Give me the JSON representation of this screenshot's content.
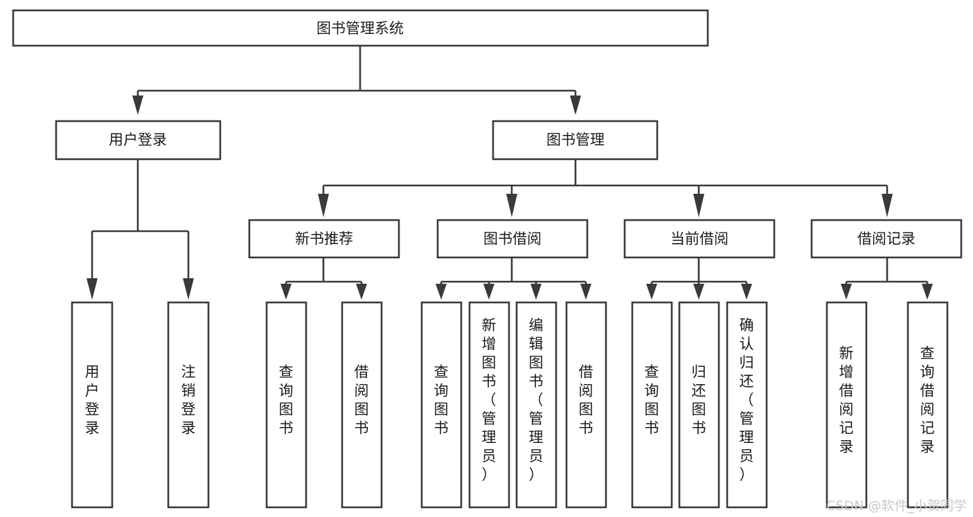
{
  "diagram": {
    "title": "图书管理系统",
    "type": "hierarchy-tree",
    "orientation": "top-down",
    "colors": {
      "background": "#ffffff",
      "box_fill": "#ffffff",
      "box_stroke": "#3a3a3a",
      "connector": "#3a3a3a",
      "text": "#1b1b1b",
      "watermark": "#c9c9c9"
    },
    "levels": [
      {
        "level": 1,
        "nodes": [
          {
            "id": "root",
            "label": "图书管理系统",
            "text_orientation": "horizontal"
          }
        ]
      },
      {
        "level": 2,
        "nodes": [
          {
            "id": "user-login",
            "label": "用户登录",
            "parent": "root",
            "text_orientation": "horizontal"
          },
          {
            "id": "book-manage",
            "label": "图书管理",
            "parent": "root",
            "text_orientation": "horizontal"
          }
        ]
      },
      {
        "level": 3,
        "nodes": [
          {
            "id": "new-book-rec",
            "label": "新书推荐",
            "parent": "book-manage",
            "text_orientation": "horizontal"
          },
          {
            "id": "book-borrow",
            "label": "图书借阅",
            "parent": "book-manage",
            "text_orientation": "horizontal"
          },
          {
            "id": "current-borrow",
            "label": "当前借阅",
            "parent": "book-manage",
            "text_orientation": "horizontal"
          },
          {
            "id": "borrow-record",
            "label": "借阅记录",
            "parent": "book-manage",
            "text_orientation": "horizontal"
          }
        ]
      },
      {
        "level": 4,
        "nodes": [
          {
            "id": "leaf-user-login",
            "label": "用户登录",
            "parent": "user-login",
            "text_orientation": "vertical"
          },
          {
            "id": "leaf-logout-login",
            "label": "注销登录",
            "parent": "user-login",
            "text_orientation": "vertical"
          },
          {
            "id": "leaf-query-book-1",
            "label": "查询图书",
            "parent": "new-book-rec",
            "text_orientation": "vertical"
          },
          {
            "id": "leaf-borrow-book-1",
            "label": "借阅图书",
            "parent": "new-book-rec",
            "text_orientation": "vertical"
          },
          {
            "id": "leaf-query-book-2",
            "label": "查询图书",
            "parent": "book-borrow",
            "text_orientation": "vertical"
          },
          {
            "id": "leaf-add-book",
            "label": "新增图书（管理员）",
            "parent": "book-borrow",
            "text_orientation": "vertical"
          },
          {
            "id": "leaf-edit-book",
            "label": "编辑图书（管理员）",
            "parent": "book-borrow",
            "text_orientation": "vertical"
          },
          {
            "id": "leaf-borrow-book-2",
            "label": "借阅图书",
            "parent": "book-borrow",
            "text_orientation": "vertical"
          },
          {
            "id": "leaf-query-book-3",
            "label": "查询图书",
            "parent": "current-borrow",
            "text_orientation": "vertical"
          },
          {
            "id": "leaf-return-book",
            "label": "归还图书",
            "parent": "current-borrow",
            "text_orientation": "vertical"
          },
          {
            "id": "leaf-confirm-return",
            "label": "确认归还（管理员）",
            "parent": "current-borrow",
            "text_orientation": "vertical"
          },
          {
            "id": "leaf-add-record",
            "label": "新增借阅记录",
            "parent": "borrow-record",
            "text_orientation": "vertical"
          },
          {
            "id": "leaf-query-record",
            "label": "查询借阅记录",
            "parent": "borrow-record",
            "text_orientation": "vertical"
          }
        ]
      }
    ]
  },
  "nodes": {
    "root": {
      "label": "图书管理系统"
    },
    "user_login": {
      "label": "用户登录"
    },
    "book_manage": {
      "label": "图书管理"
    },
    "new_book_rec": {
      "label": "新书推荐"
    },
    "book_borrow": {
      "label": "图书借阅"
    },
    "current_borrow": {
      "label": "当前借阅"
    },
    "borrow_record": {
      "label": "借阅记录"
    },
    "leaf_user_login": {
      "chars": [
        "用",
        "户",
        "登",
        "录"
      ]
    },
    "leaf_logout_login": {
      "chars": [
        "注",
        "销",
        "登",
        "录"
      ]
    },
    "leaf_query_book_1": {
      "chars": [
        "查",
        "询",
        "图",
        "书"
      ]
    },
    "leaf_borrow_book_1": {
      "chars": [
        "借",
        "阅",
        "图",
        "书"
      ]
    },
    "leaf_query_book_2": {
      "chars": [
        "查",
        "询",
        "图",
        "书"
      ]
    },
    "leaf_add_book": {
      "chars": [
        "新",
        "增",
        "图",
        "书",
        "（",
        "管",
        "理",
        "员",
        "）"
      ]
    },
    "leaf_edit_book": {
      "chars": [
        "编",
        "辑",
        "图",
        "书",
        "（",
        "管",
        "理",
        "员",
        "）"
      ]
    },
    "leaf_borrow_book_2": {
      "chars": [
        "借",
        "阅",
        "图",
        "书"
      ]
    },
    "leaf_query_book_3": {
      "chars": [
        "查",
        "询",
        "图",
        "书"
      ]
    },
    "leaf_return_book": {
      "chars": [
        "归",
        "还",
        "图",
        "书"
      ]
    },
    "leaf_confirm_return": {
      "chars": [
        "确",
        "认",
        "归",
        "还",
        "（",
        "管",
        "理",
        "员",
        "）"
      ]
    },
    "leaf_add_record": {
      "chars": [
        "新",
        "增",
        "借",
        "阅",
        "记",
        "录"
      ]
    },
    "leaf_query_record": {
      "chars": [
        "查",
        "询",
        "借",
        "阅",
        "记",
        "录"
      ]
    }
  },
  "watermark": {
    "text": "CSDN @软件_小贺同学"
  }
}
